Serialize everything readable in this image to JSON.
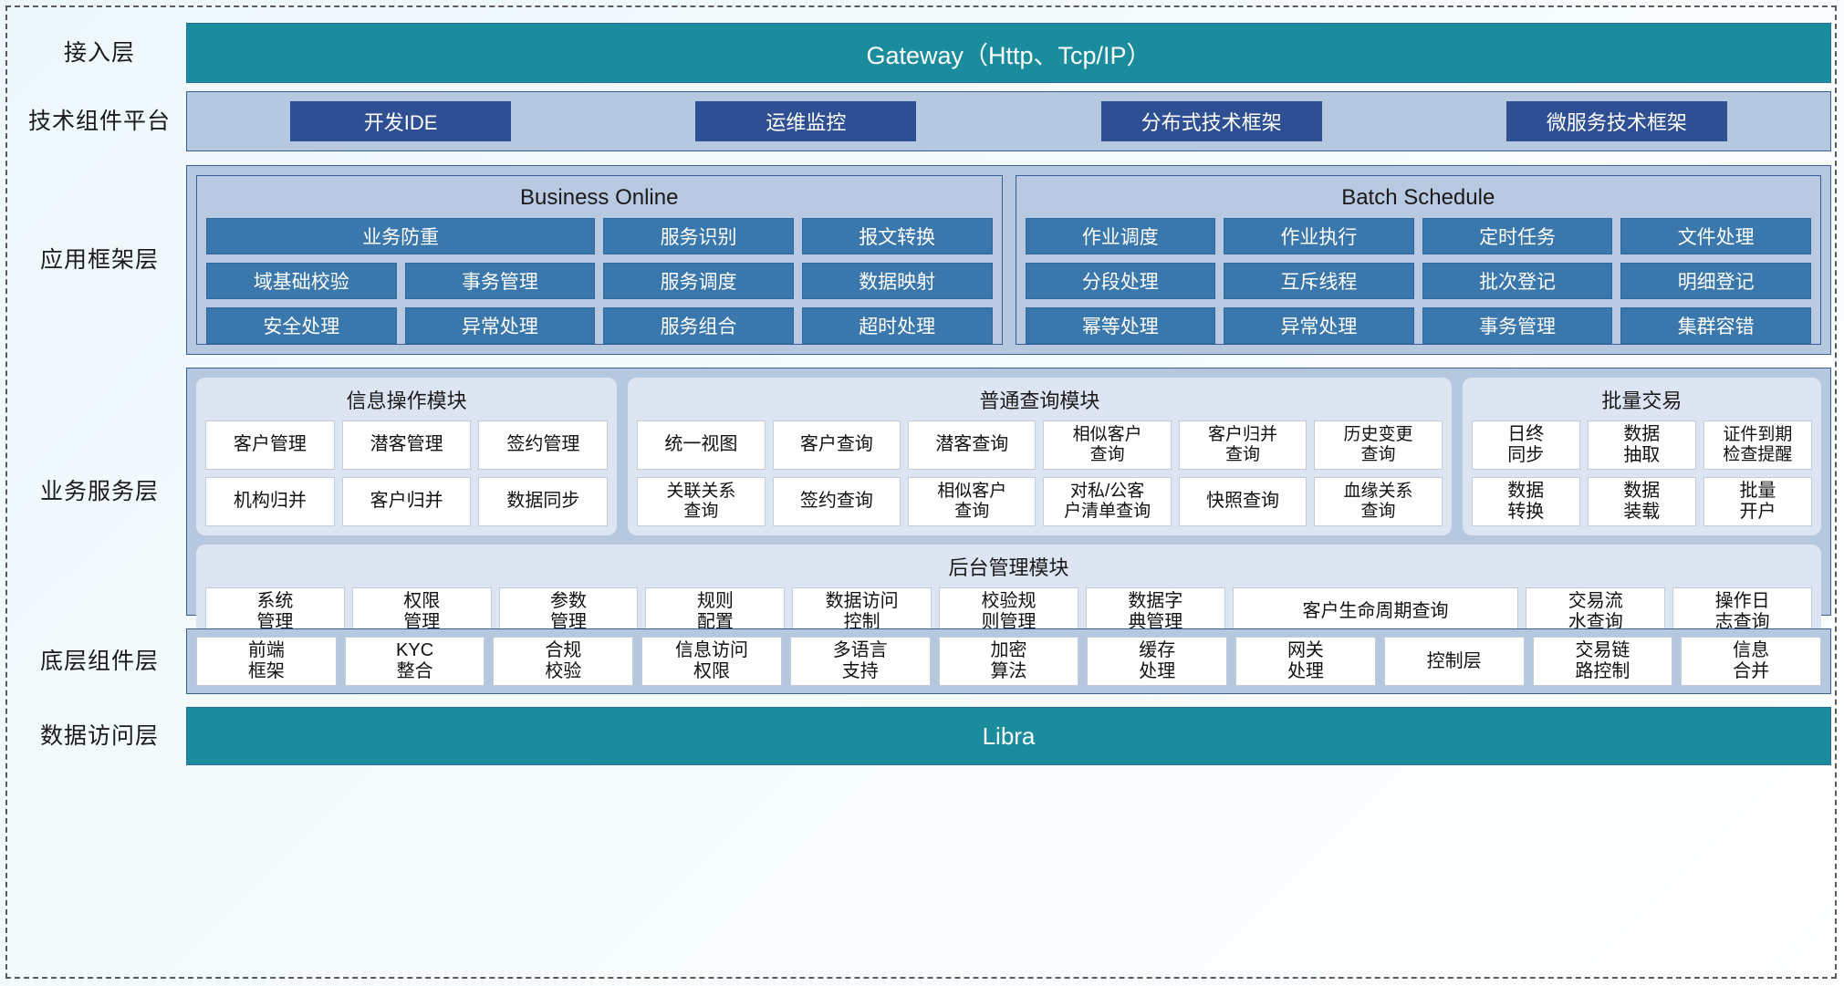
{
  "layers": [
    {
      "label": "接入层"
    },
    {
      "label": "技术组件平台"
    },
    {
      "label": "应用框架层"
    },
    {
      "label": "业务服务层"
    },
    {
      "label": "底层组件层"
    },
    {
      "label": "数据访问层"
    }
  ],
  "gateway": {
    "title": "Gateway（Http、Tcp/IP）"
  },
  "tech_platform": {
    "chips": [
      "开发IDE",
      "运维监控",
      "分布式技术框架",
      "微服务技术框架"
    ]
  },
  "app_framework": {
    "panels": [
      {
        "title": "Business Online",
        "items": [
          {
            "label": "业务防重",
            "span": 2
          },
          {
            "label": "服务识别",
            "span": 1
          },
          {
            "label": "报文转换",
            "span": 1
          },
          {
            "label": "域基础校验",
            "span": 1
          },
          {
            "label": "事务管理",
            "span": 1
          },
          {
            "label": "服务调度",
            "span": 1
          },
          {
            "label": "数据映射",
            "span": 1
          },
          {
            "label": "安全处理",
            "span": 1
          },
          {
            "label": "异常处理",
            "span": 1
          },
          {
            "label": "服务组合",
            "span": 1
          },
          {
            "label": "超时处理",
            "span": 1
          }
        ]
      },
      {
        "title": "Batch Schedule",
        "items": [
          {
            "label": "作业调度",
            "span": 1
          },
          {
            "label": "作业执行",
            "span": 1
          },
          {
            "label": "定时任务",
            "span": 1
          },
          {
            "label": "文件处理",
            "span": 1
          },
          {
            "label": "分段处理",
            "span": 1
          },
          {
            "label": "互斥线程",
            "span": 1
          },
          {
            "label": "批次登记",
            "span": 1
          },
          {
            "label": "明细登记",
            "span": 1
          },
          {
            "label": "幂等处理",
            "span": 1
          },
          {
            "label": "异常处理",
            "span": 1
          },
          {
            "label": "事务管理",
            "span": 1
          },
          {
            "label": "集群容错",
            "span": 1
          }
        ]
      }
    ]
  },
  "business_service": {
    "modules": [
      {
        "title": "信息操作模块",
        "columns": 3,
        "flex": 26,
        "items": [
          "客户管理",
          "潜客管理",
          "签约管理",
          "机构归并",
          "客户归并",
          "数据同步"
        ]
      },
      {
        "title": "普通查询模块",
        "columns": 6,
        "flex": 52,
        "items": [
          "统一视图",
          "客户查询",
          "潜客查询",
          "相似客户\n查询",
          "客户归并\n查询",
          "历史变更\n查询",
          "关联关系\n查询",
          "签约查询",
          "相似客户\n查询",
          "对私/公客\n户清单查询",
          "快照查询",
          "血缘关系\n查询"
        ]
      },
      {
        "title": "批量交易",
        "columns": 3,
        "flex": 22,
        "items": [
          "日终\n同步",
          "数据\n抽取",
          "证件到期\n检查提醒",
          "数据\n转换",
          "数据\n装载",
          "批量\n开户"
        ]
      }
    ],
    "admin_module": {
      "title": "后台管理模块",
      "items": [
        {
          "label": "系统\n管理",
          "span": 1
        },
        {
          "label": "权限\n管理",
          "span": 1
        },
        {
          "label": "参数\n管理",
          "span": 1
        },
        {
          "label": "规则\n配置",
          "span": 1
        },
        {
          "label": "数据访问\n控制",
          "span": 1
        },
        {
          "label": "校验规\n则管理",
          "span": 1
        },
        {
          "label": "数据字\n典管理",
          "span": 1
        },
        {
          "label": "客户生命周期查询",
          "span": 2
        },
        {
          "label": "交易流\n水查询",
          "span": 1
        },
        {
          "label": "操作日\n志查询",
          "span": 1
        }
      ]
    }
  },
  "bottom_components": {
    "items": [
      "前端\n框架",
      "KYC\n整合",
      "合规\n校验",
      "信息访问\n权限",
      "多语言\n支持",
      "加密\n算法",
      "缓存\n处理",
      "网关\n处理",
      "控制层",
      "交易链\n路控制",
      "信息\n合并"
    ]
  },
  "data_access": {
    "title": "Libra"
  },
  "colors": {
    "teal_band": "#1a8c9e",
    "panel_blue": "#b6c7e0",
    "chip_dark_blue": "#2e4f93",
    "chip_mid_blue": "#3a77ad",
    "module_bg": "#dde5f2",
    "box_white": "#ffffff",
    "border_blue": "#3a5f96"
  }
}
